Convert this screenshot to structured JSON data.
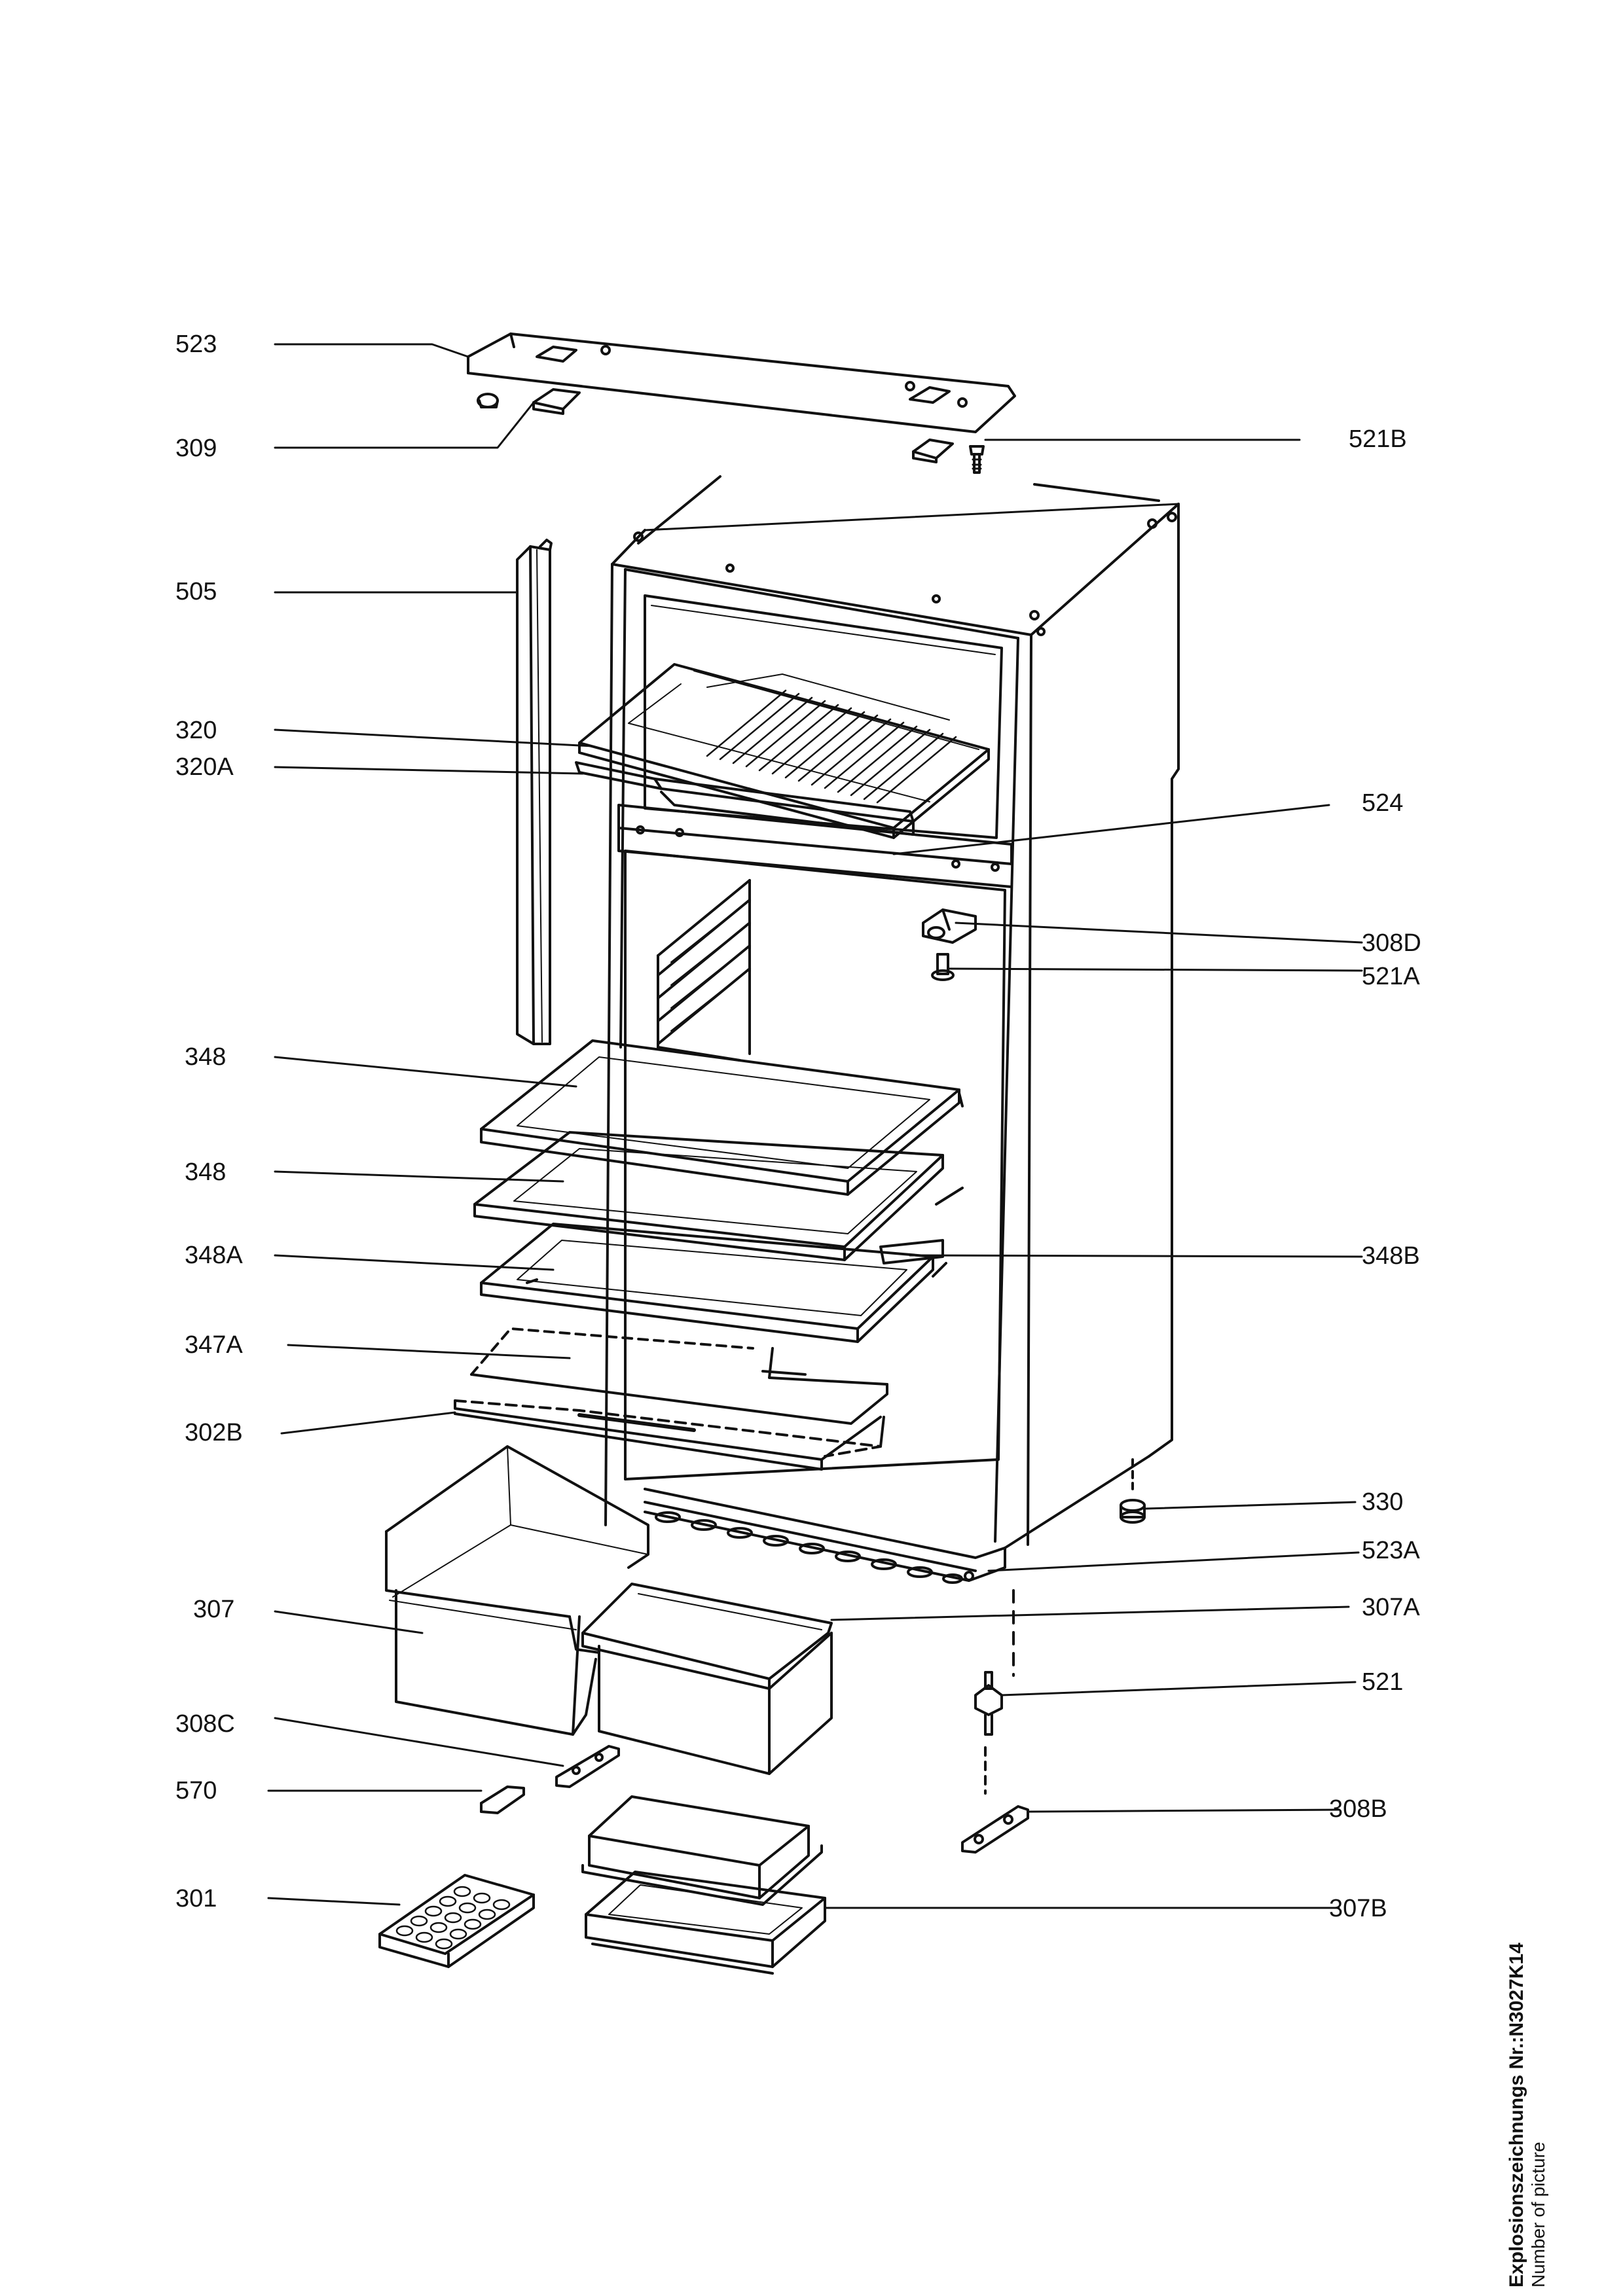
{
  "callouts": {
    "p523": "523",
    "p309": "309",
    "p521B": "521B",
    "p505": "505",
    "p320": "320",
    "p320A": "320A",
    "p524": "524",
    "p308D": "308D",
    "p521A": "521A",
    "p348a": "348",
    "p348b": "348",
    "p348A": "348A",
    "p348B": "348B",
    "p347A": "347A",
    "p302B": "302B",
    "p330": "330",
    "p523A": "523A",
    "p307": "307",
    "p307A": "307A",
    "p521": "521",
    "p308C": "308C",
    "p570": "570",
    "p308B": "308B",
    "p301": "301",
    "p307B": "307B"
  },
  "footer": {
    "title": "Explosionszeichnungs Nr.:N3027K14",
    "subtitle": "Number of picture"
  }
}
